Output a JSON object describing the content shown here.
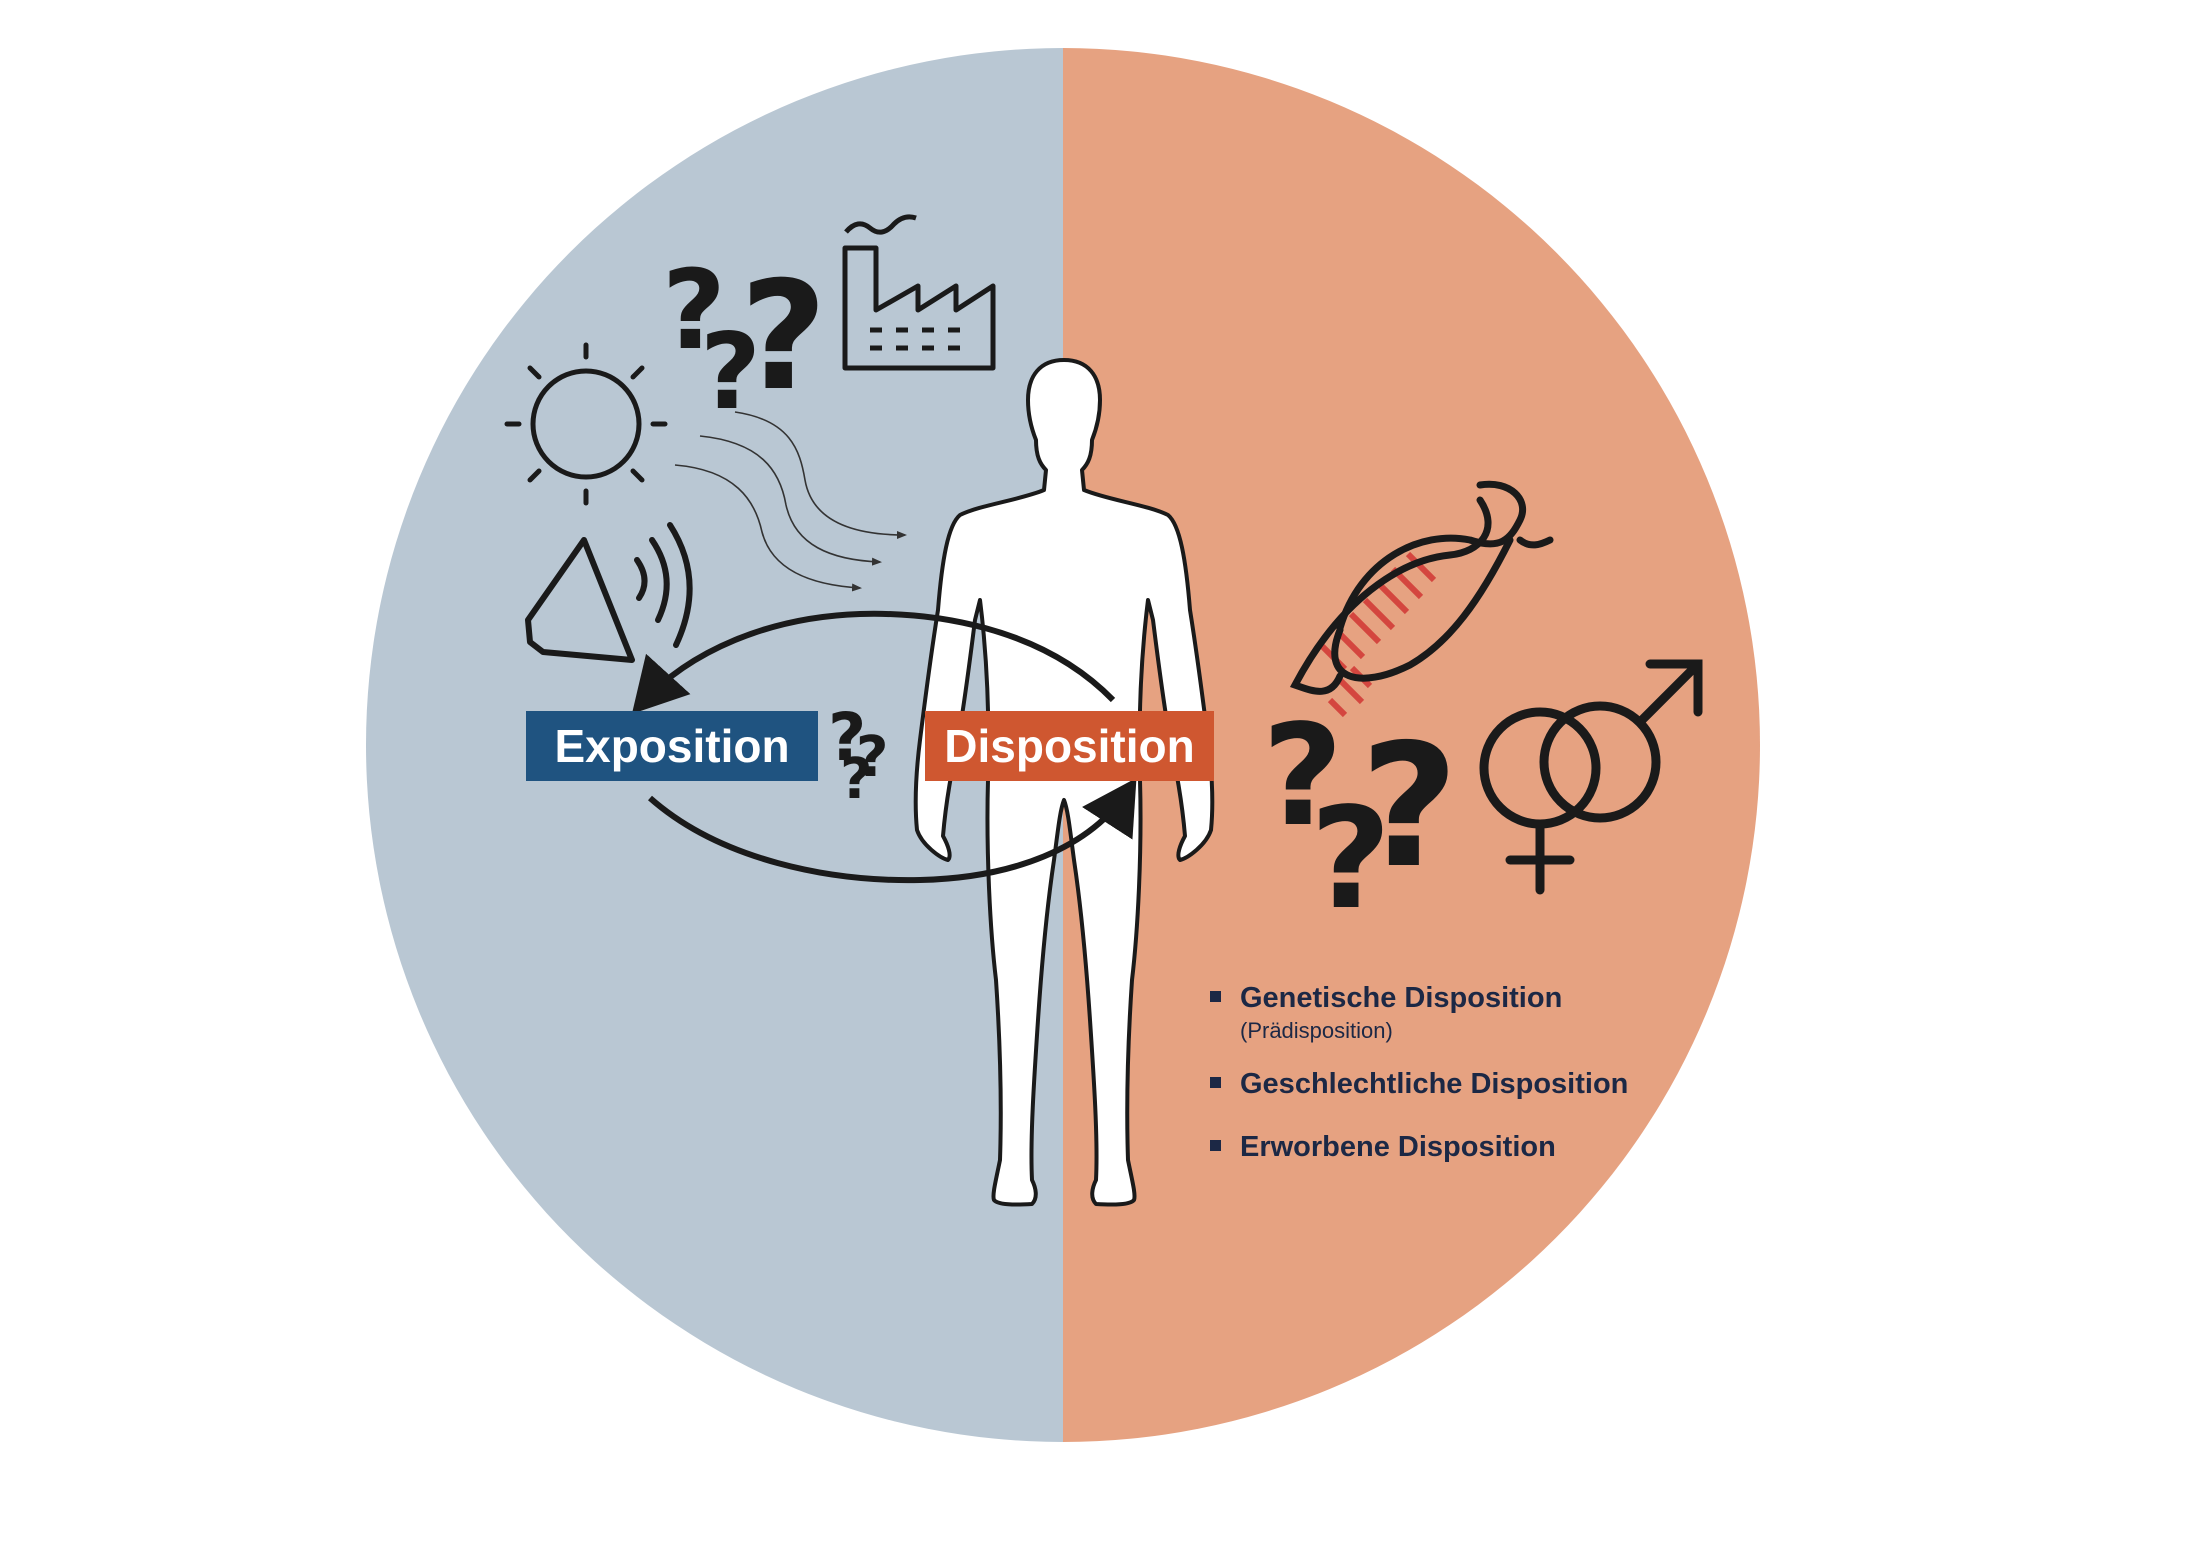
{
  "labels": {
    "exposition": "Exposition",
    "disposition": "Disposition"
  },
  "legend": {
    "items": [
      {
        "label": "Genetische Disposition",
        "sub": "(Prädisposition)"
      },
      {
        "label": "Geschlechtliche Disposition"
      },
      {
        "label": "Erworbene Disposition"
      }
    ]
  },
  "question_glyph": "?",
  "colors": {
    "left_half": "#b9c7d3",
    "right_half": "#e6a281",
    "exposition": "#1f5380",
    "disposition": "#cf5730",
    "icon_stroke": "#1a1a1a",
    "dna_rungs": "#d4463f",
    "legend_text": "#1c2845"
  },
  "icons": [
    "sun-icon",
    "factory-icon",
    "speaker-icon",
    "dna-icon",
    "gender-symbols-icon",
    "human-figure-icon"
  ]
}
